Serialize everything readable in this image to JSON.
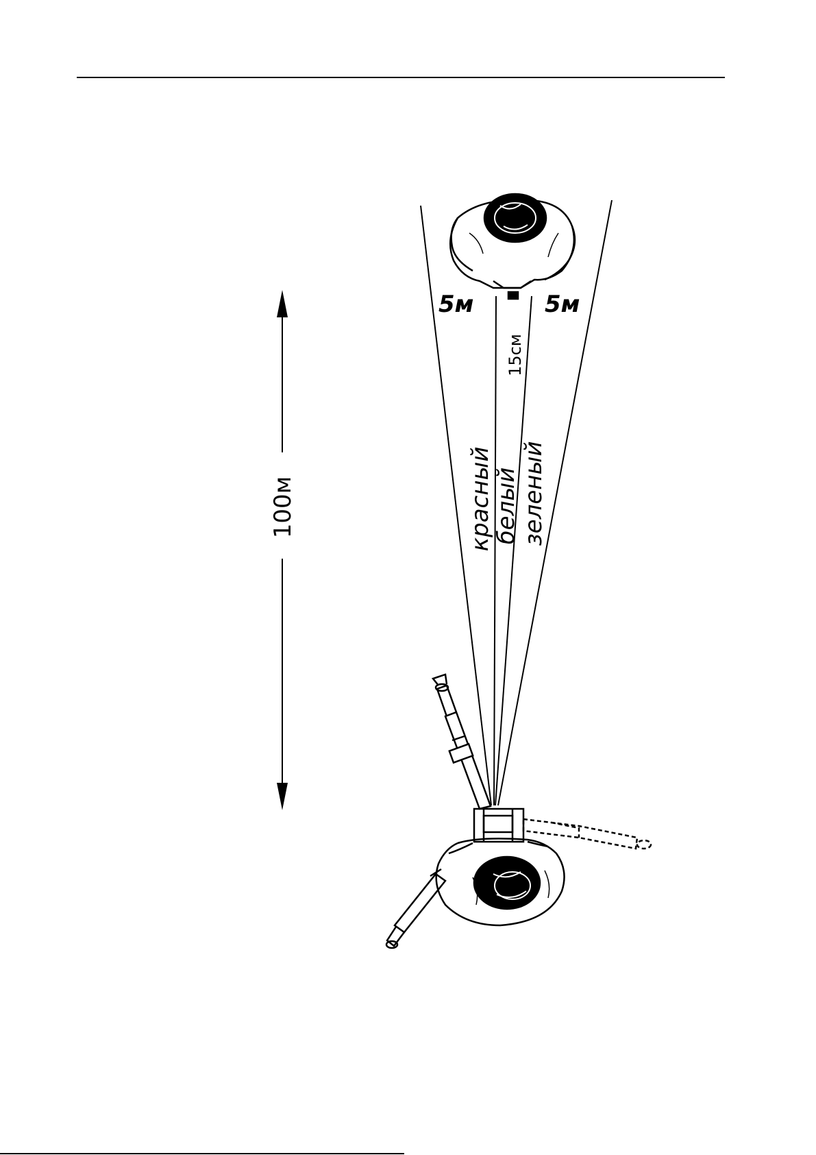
{
  "diagram": {
    "distance_label": "100м",
    "left_width_label": "5м",
    "right_width_label": "5м",
    "center_width_label": "15см",
    "beam_labels": {
      "red": "красный",
      "white": "белый",
      "green": "зеленый"
    }
  },
  "colors": {
    "ink": "#000000",
    "paper": "#ffffff"
  }
}
